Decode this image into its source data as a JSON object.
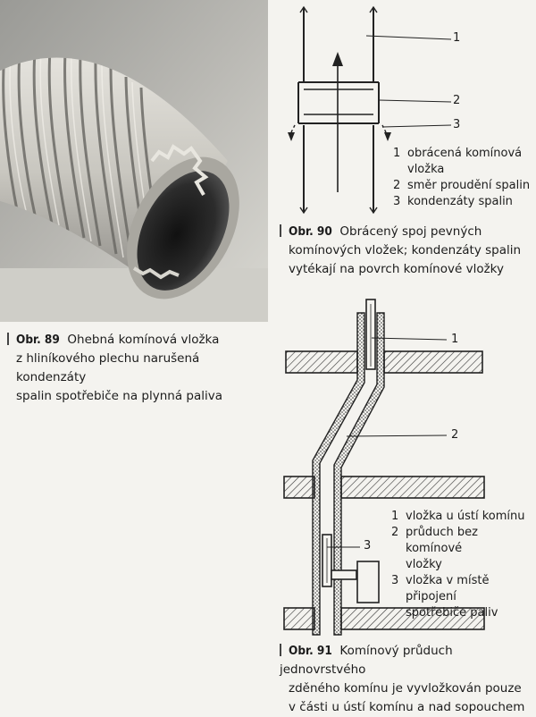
{
  "fig89": {
    "label": "Obr. 89",
    "caption_lines": [
      "Ohebná komínová vložka",
      "z hliníkového plechu narušená kondenzáty",
      "spalin spotřebiče na plynná paliva"
    ]
  },
  "fig90": {
    "label": "Obr. 90",
    "caption_lines": [
      "Obrácený spoj pevných",
      "komínových vložek; kondenzáty spalin",
      "vytékají na povrch komínové vložky"
    ],
    "callouts": [
      "1",
      "2",
      "3"
    ],
    "legend": [
      {
        "num": "1",
        "lines": [
          "obrácená komínová",
          "vložka"
        ]
      },
      {
        "num": "2",
        "lines": [
          "směr proudění spalin"
        ]
      },
      {
        "num": "3",
        "lines": [
          "kondenzáty spalin"
        ]
      }
    ]
  },
  "fig91": {
    "label": "Obr. 91",
    "caption_lines": [
      "Komínový průduch jednovrstvého",
      "zděného komínu je vyvložkován pouze",
      "v části u ústí komínu a nad sopouchem"
    ],
    "callouts": [
      "1",
      "2",
      "3"
    ],
    "legend": [
      {
        "num": "1",
        "lines": [
          "vložka u ústí komínu"
        ]
      },
      {
        "num": "2",
        "lines": [
          "průduch bez komínové",
          "vložky"
        ]
      },
      {
        "num": "3",
        "lines": [
          "vložka v místě připojení",
          "spotřebiče paliv"
        ]
      }
    ]
  },
  "colors": {
    "paper": "#f4f3ef",
    "ink": "#1c1c1c",
    "photo_dark": "#2a2a2a"
  }
}
